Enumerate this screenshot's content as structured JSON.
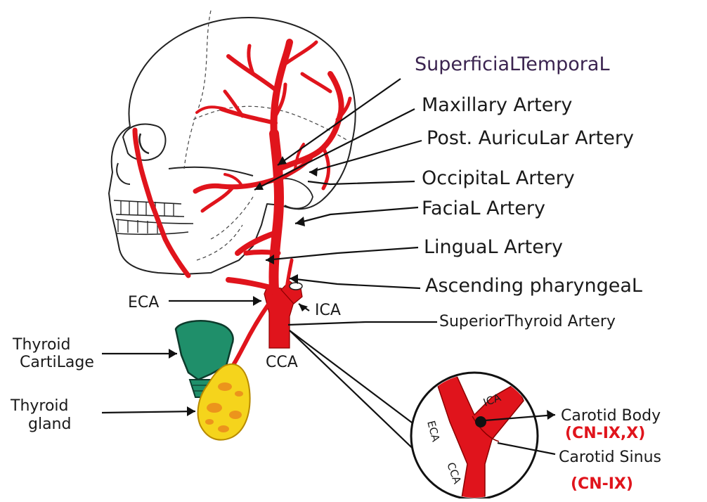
{
  "labels": {
    "superficial_temporal": "SuperficiaLTemporaL",
    "maxillary": "Maxillary Artery",
    "post_auricular": "Post. AuricuLar Artery",
    "occipital": "OccipitaL Artery",
    "facial": "FaciaL Artery",
    "lingual": "LinguaL Artery",
    "ascending_pharyngeal": "Ascending pharyngeaL",
    "superior_thyroid": "SuperiorThyroid Artery",
    "eca": "ECA",
    "ica": "ICA",
    "cca": "CCA",
    "thyroid_cartilage_line1": "Thyroid",
    "thyroid_cartilage_line2": "CartiLage",
    "thyroid_gland_line1": "Thyroid",
    "thyroid_gland_line2": "gland",
    "carotid_body": "Carotid Body",
    "carotid_body_nerves": "(CN-IX,X)",
    "carotid_sinus": "Carotid Sinus",
    "carotid_sinus_nerve": "(CN-IX)",
    "inset_eca": "ECA",
    "inset_ica": "ICA",
    "inset_cca": "CCA"
  },
  "colors": {
    "artery": "#e0141c",
    "cartilage": "#1f8f6a",
    "gland": "#f5d41c",
    "title_text": "#3b2450",
    "nerve_text": "#e0141c"
  }
}
